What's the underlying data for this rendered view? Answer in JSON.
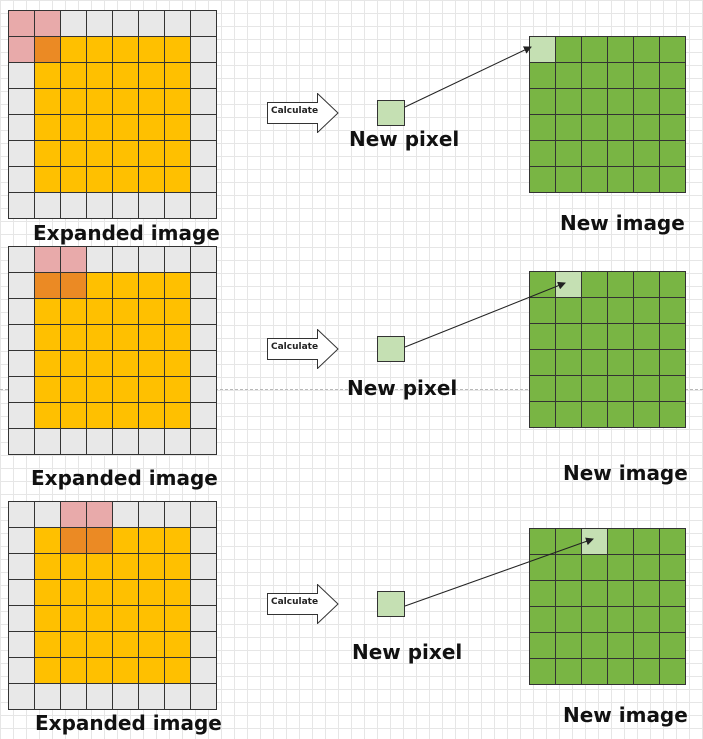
{
  "labels": {
    "expanded": "Expanded image",
    "new_pixel": "New pixel",
    "new_image": "New image",
    "calculate": "Calculate"
  },
  "colors": {
    "border": "#e8e8e8",
    "image": "#ffc000",
    "window": "#e8aaaa",
    "overlap": "#eb8a24",
    "new_image": "#79b544",
    "new_pixel": "#c5e0b3"
  },
  "steps": [
    {
      "window_col": 0,
      "output_col": 0
    },
    {
      "window_col": 1,
      "output_col": 1
    },
    {
      "window_col": 2,
      "output_col": 2
    }
  ]
}
